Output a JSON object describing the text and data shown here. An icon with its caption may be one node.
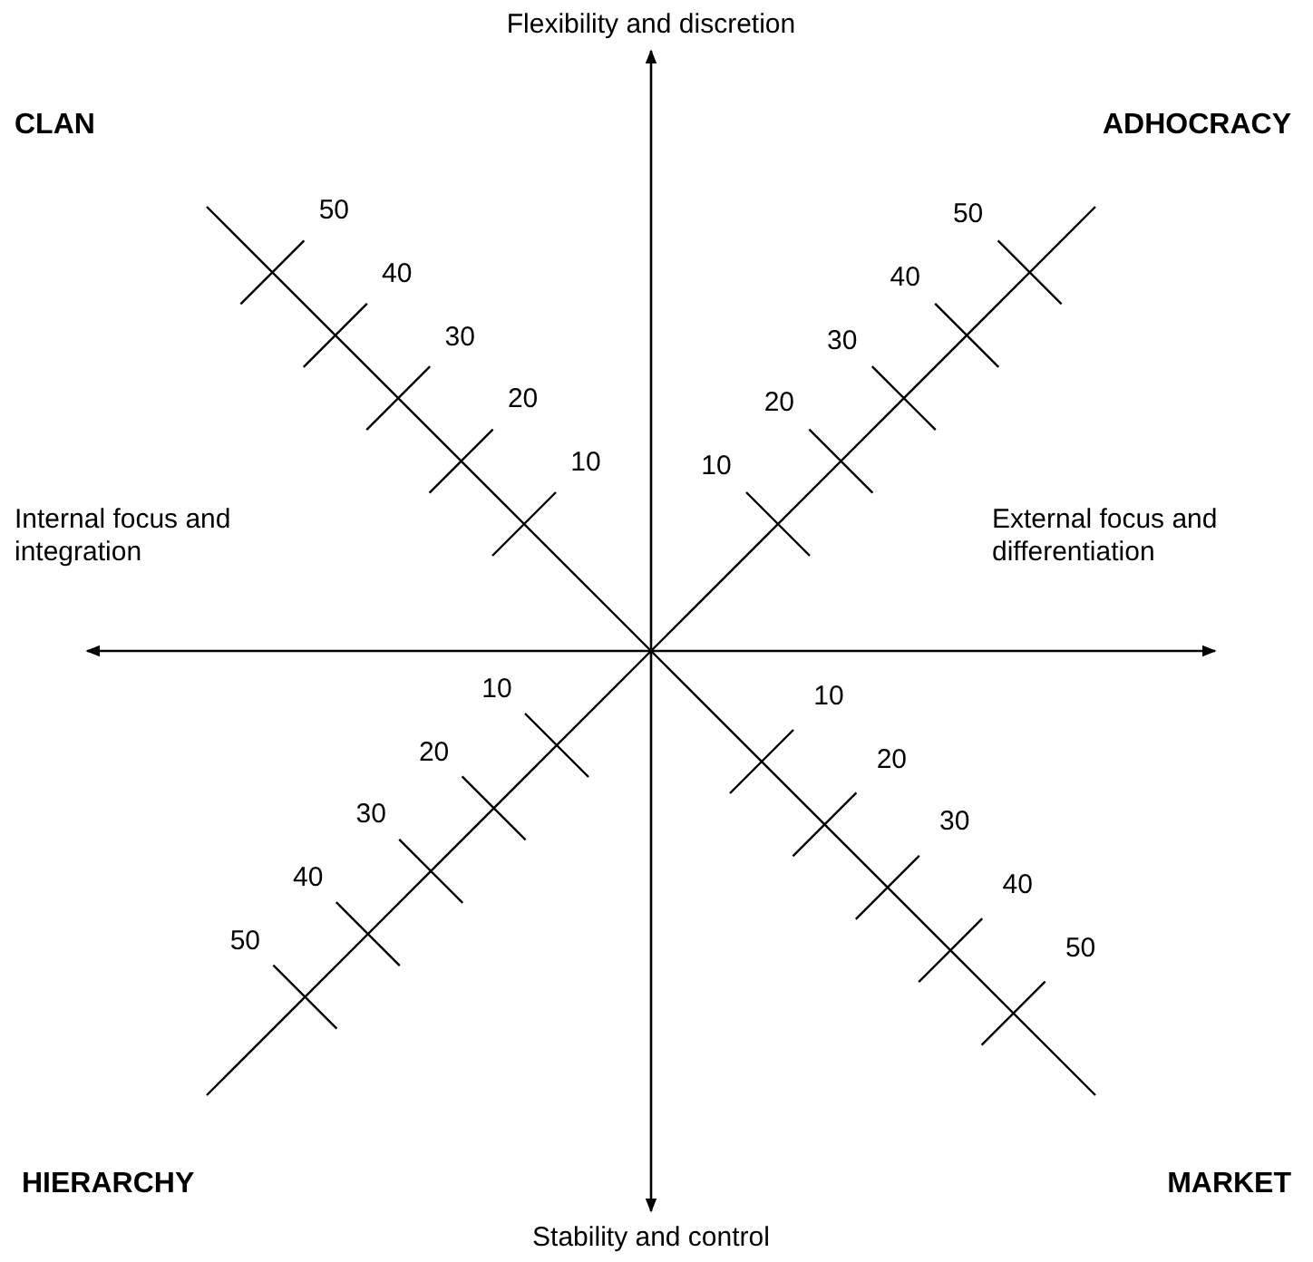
{
  "diagram": {
    "labels": [
      "Flexibility and discretion",
      "CLAN",
      "ADHOCRACY",
      "50",
      "50",
      "40",
      "40",
      "30",
      "30",
      "20",
      "20",
      "10",
      "10",
      "Internal focus and integration",
      "External focus and differentiation",
      "10",
      "10",
      "20",
      "20",
      "30",
      "30",
      "40",
      "40",
      "50",
      "50",
      "HIERARCHY",
      "MARKET",
      "Stability and control"
    ]
  }
}
